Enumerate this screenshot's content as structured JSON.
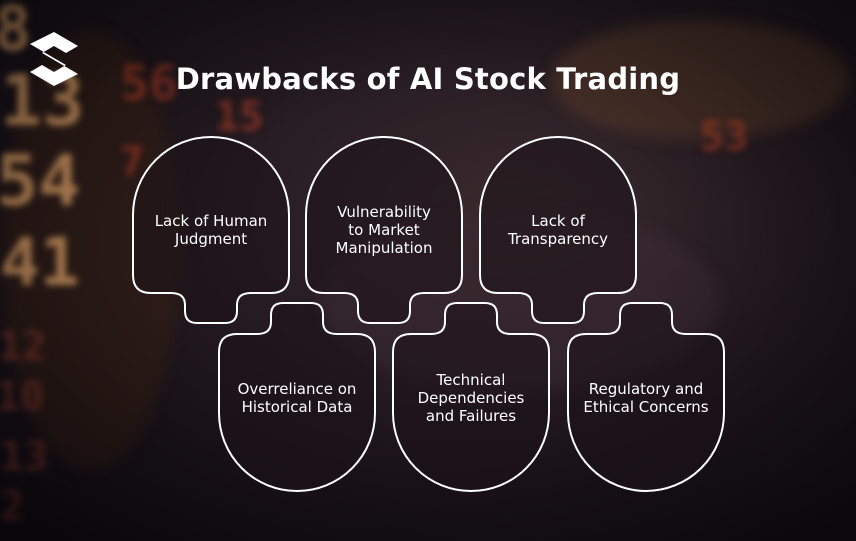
{
  "title": "Drawbacks of AI Stock Trading",
  "background": {
    "digits_left": [
      "8",
      "13",
      "54",
      "41",
      "12",
      "10",
      "13",
      "2"
    ],
    "digits_right": [
      "56",
      "15",
      "7",
      "53"
    ]
  },
  "logo": {
    "icon": "brand-s-logo-icon",
    "color": "#ffffff"
  },
  "drawbacks_top": [
    {
      "label": "Lack of Human\nJudgment"
    },
    {
      "label": "Vulnerability\nto Market\nManipulation"
    },
    {
      "label": "Lack of\nTransparency"
    }
  ],
  "drawbacks_bottom": [
    {
      "label": "Overreliance on\nHistorical Data"
    },
    {
      "label": "Technical\nDependencies\nand Failures"
    },
    {
      "label": "Regulatory and\nEthical Concerns"
    }
  ],
  "colors": {
    "outline": "#ffffff",
    "node_fill": "#1c1318",
    "digit_glow": "#e84a2e"
  }
}
